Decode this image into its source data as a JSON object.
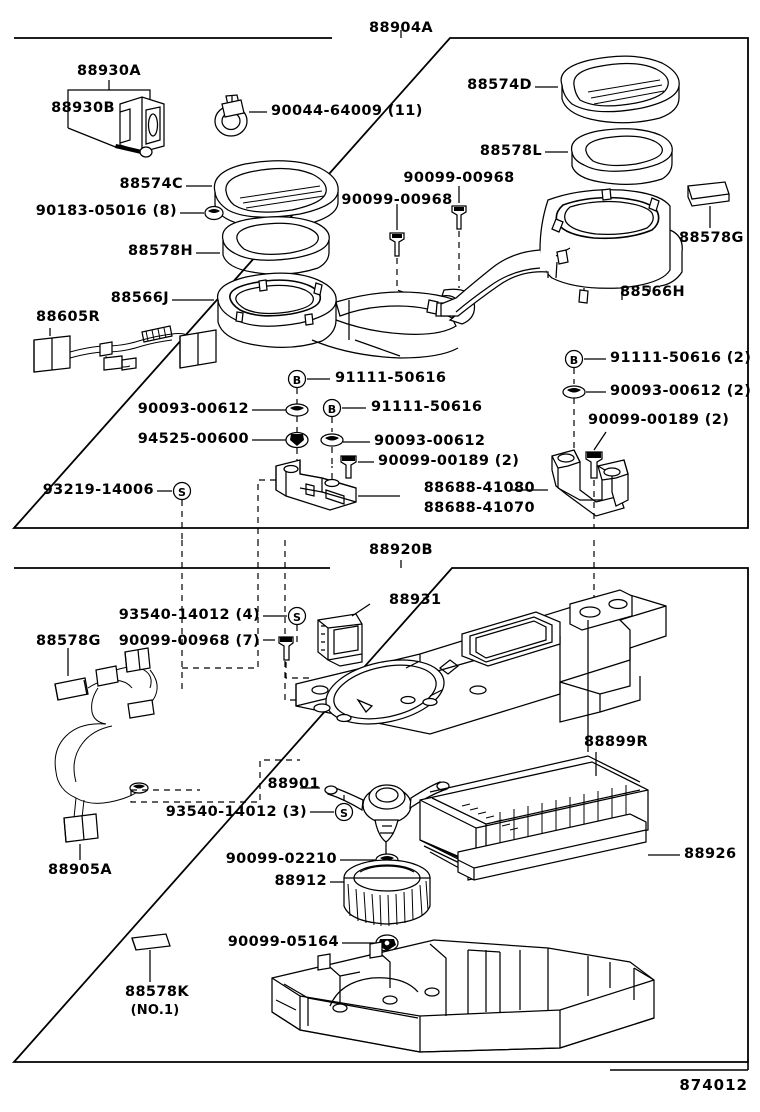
{
  "document": {
    "type": "vehicle-parts-exploded-diagram",
    "footer_code": "874012",
    "background_color": "#ffffff",
    "line_color": "#000000"
  },
  "sections": [
    {
      "id": "upper",
      "title": "88904A"
    },
    {
      "id": "lower",
      "title": "88920B"
    }
  ],
  "upper_labels": {
    "l01": "88930A",
    "l02": "88930B",
    "l03": "90044-64009 (11)",
    "l04": "88574D",
    "l05": "88578L",
    "l06": "88574C",
    "l07": "90183-05016 (8)",
    "l08": "88578H",
    "l09": "90099-00968",
    "l10": "90099-00968",
    "l11": "88578G",
    "l12": "88566J",
    "l13": "88566H",
    "l14": "88605R",
    "l15": "91111-50616",
    "l16": "91111-50616",
    "l17": "90093-00612",
    "l18": "94525-00600",
    "l19": "90093-00612",
    "l20": "90099-00189 (2)",
    "l21": "93219-14006",
    "l22": "88688-41080",
    "l23": "88688-41070",
    "l24": "91111-50616 (2)",
    "l25": "90093-00612 (2)",
    "l26": "90099-00189 (2)"
  },
  "lower_labels": {
    "m01": "93540-14012 (4)",
    "m02": "88931",
    "m03": "88578G",
    "m04": "90099-00968 (7)",
    "m05": "88899R",
    "m06": "88901",
    "m07": "93540-14012 (3)",
    "m08": "90099-02210",
    "m09": "88926",
    "m10": "88912",
    "m11": "90099-05164",
    "m12": "88905A",
    "m13": "88578K",
    "m14": "(NO.1)"
  },
  "callout_badges": {
    "b1": "B",
    "b2": "B",
    "b3": "B",
    "s1": "S",
    "s2": "S",
    "s3": "S"
  }
}
